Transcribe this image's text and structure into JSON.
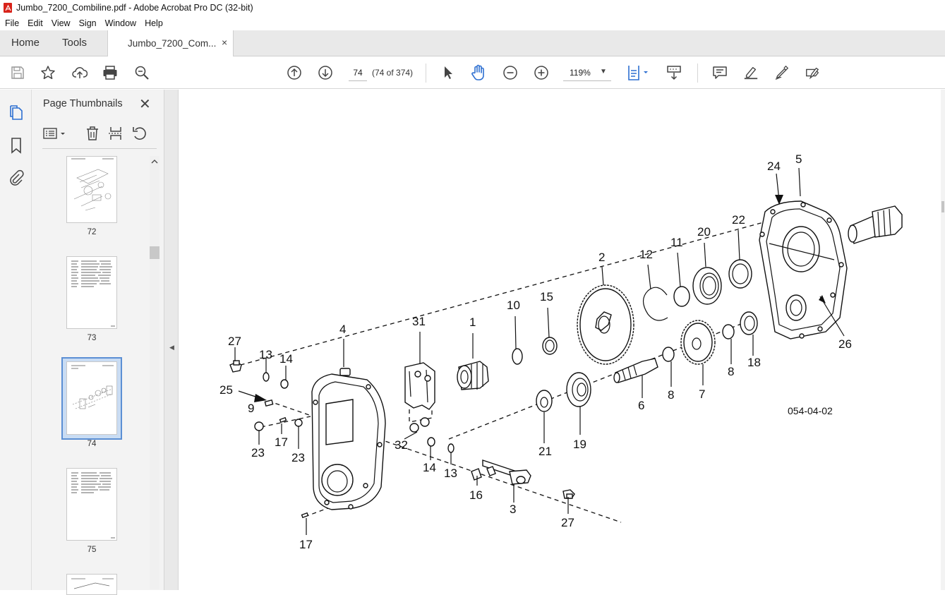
{
  "window": {
    "title": "Jumbo_7200_Combiline.pdf - Adobe Acrobat Pro DC (32-bit)"
  },
  "menu": [
    "File",
    "Edit",
    "View",
    "Sign",
    "Window",
    "Help"
  ],
  "tabs": {
    "home": "Home",
    "tools": "Tools",
    "document": "Jumbo_7200_Com...",
    "close": "×"
  },
  "toolbar": {
    "page_number": "74",
    "page_count": "(74 of 374)",
    "zoom": "119%",
    "icons": [
      "save-icon",
      "star-icon",
      "upload-icon",
      "print-icon",
      "zoom-search-icon",
      "page-up-icon",
      "page-down-icon",
      "select-arrow-icon",
      "hand-tool-icon",
      "zoom-out-icon",
      "zoom-in-icon",
      "fit-page-icon",
      "scroll-mode-icon",
      "comment-icon",
      "highlight-icon",
      "sign-icon",
      "fill-sign-icon"
    ]
  },
  "left_rail": {
    "icons": [
      "page-thumbnails-icon",
      "bookmark-icon",
      "attachment-icon"
    ]
  },
  "thumbnail_panel": {
    "title": "Page Thumbnails",
    "close": "✕",
    "thumbnails": [
      {
        "label": "72"
      },
      {
        "label": "73"
      },
      {
        "label": "74",
        "selected": true
      },
      {
        "label": "75"
      }
    ]
  },
  "drawing": {
    "code": "054-04-02",
    "callouts": [
      "24",
      "5",
      "22",
      "20",
      "11",
      "12",
      "2",
      "15",
      "10",
      "1",
      "31",
      "4",
      "27",
      "13",
      "14",
      "25",
      "9",
      "23",
      "17",
      "23",
      "32",
      "14",
      "13",
      "16",
      "3",
      "27",
      "17",
      "21",
      "19",
      "6",
      "8",
      "7",
      "8",
      "18",
      "26"
    ]
  }
}
